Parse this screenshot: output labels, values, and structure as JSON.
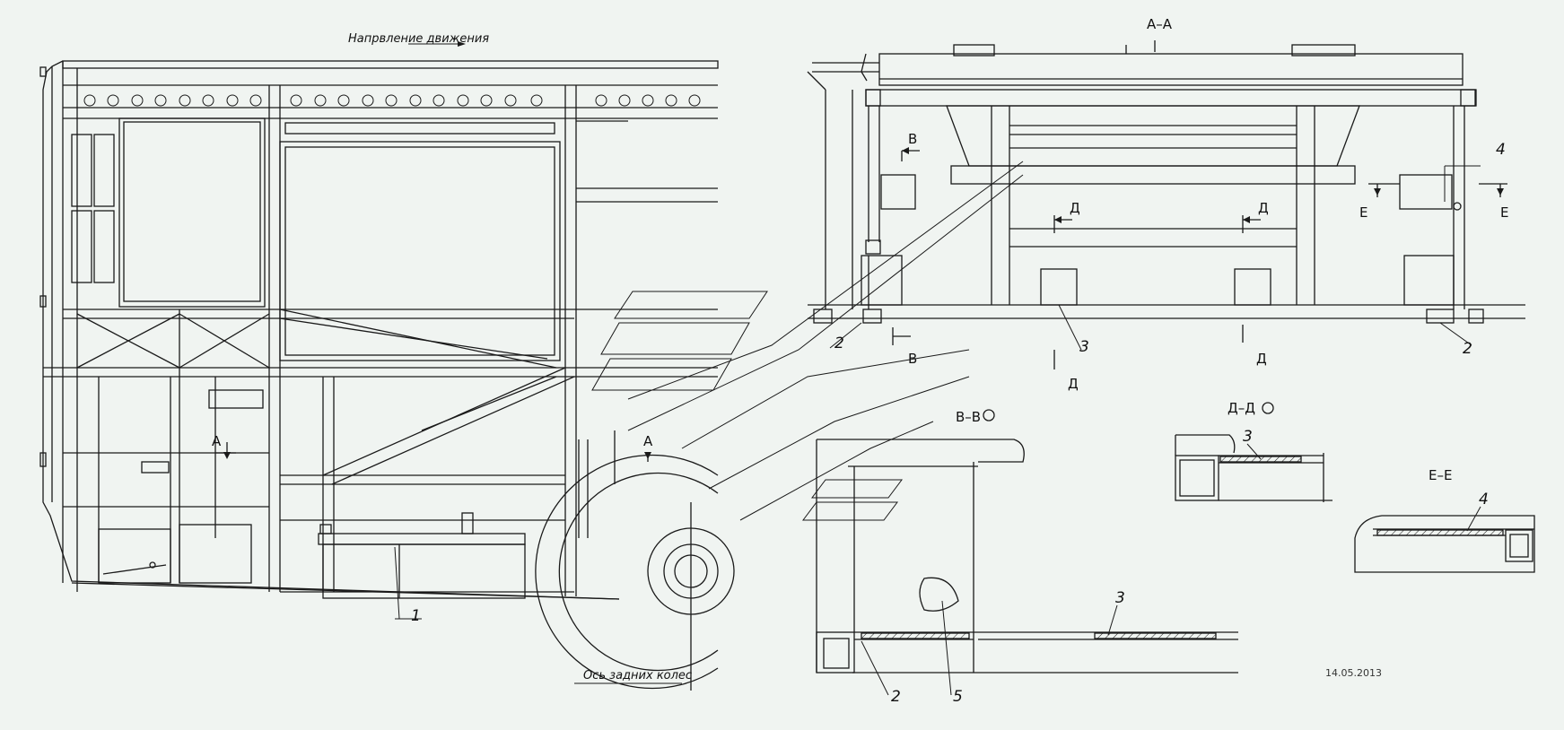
{
  "header": {
    "direction_label": "Напрвление движения",
    "axle_label": "Ось задних колес"
  },
  "sections": {
    "aa": "А–А",
    "aa_left": "А",
    "aa_right": "А",
    "bb": "В–В",
    "bb_left": "В",
    "bb_right": "В",
    "dd": "Д–Д",
    "d_left_top": "Д",
    "d_right_top": "Д",
    "d_left_bottom": "Д",
    "d_right_bottom": "Д",
    "ee": "Е–Е",
    "e_left": "Е",
    "e_right": "Е"
  },
  "callouts": {
    "c1": "1",
    "c2_aa_left": "2",
    "c2_aa_right": "2",
    "c2_bb": "2",
    "c3_aa": "3",
    "c3_bb": "3",
    "c3_dd": "3",
    "c4_aa": "4",
    "c4_ee": "4",
    "c5_bb": "5"
  },
  "footer": {
    "date": "14.05.2013"
  },
  "colors": {
    "line": "#1a1a1a",
    "background": "#f0f4f1"
  }
}
